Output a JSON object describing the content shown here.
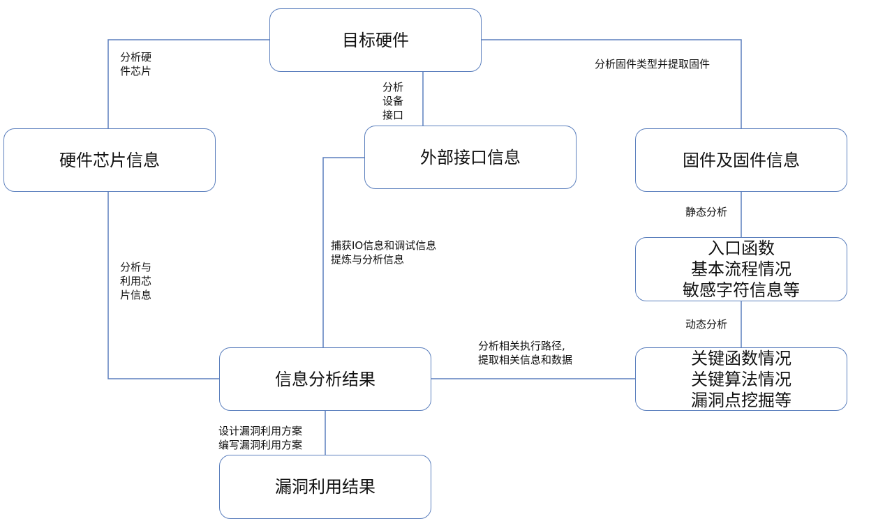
{
  "diagram": {
    "type": "flowchart",
    "line_color": "#5b7fbd",
    "nodes": {
      "target_hardware": "目标硬件",
      "hardware_chip_info": "硬件芯片信息",
      "external_interface_info": "外部接口信息",
      "firmware_info": "固件及固件信息",
      "static_result": "入口函数\n基本流程情况\n敏感字符信息等",
      "dynamic_result": "关键函数情况\n关键算法情况\n漏洞点挖掘等",
      "info_analysis_result": "信息分析结果",
      "exploit_result": "漏洞利用结果"
    },
    "edges": [
      {
        "from": "target_hardware",
        "to": "hardware_chip_info",
        "label": "分析硬\n件芯片"
      },
      {
        "from": "target_hardware",
        "to": "external_interface_info",
        "label": "分析\n设备\n接口"
      },
      {
        "from": "target_hardware",
        "to": "firmware_info",
        "label": "分析固件类型并提取固件"
      },
      {
        "from": "firmware_info",
        "to": "static_result",
        "label": "静态分析"
      },
      {
        "from": "static_result",
        "to": "dynamic_result",
        "label": "动态分析"
      },
      {
        "from": "hardware_chip_info",
        "to": "info_analysis_result",
        "label": "分析与\n利用芯\n片信息"
      },
      {
        "from": "external_interface_info",
        "to": "info_analysis_result",
        "label": "捕获IO信息和调试信息\n提炼与分析信息"
      },
      {
        "from": "dynamic_result",
        "to": "info_analysis_result",
        "label": "分析相关执行路径,\n提取相关信息和数据"
      },
      {
        "from": "info_analysis_result",
        "to": "exploit_result",
        "label": "设计漏洞利用方案\n编写漏洞利用方案"
      }
    ]
  }
}
